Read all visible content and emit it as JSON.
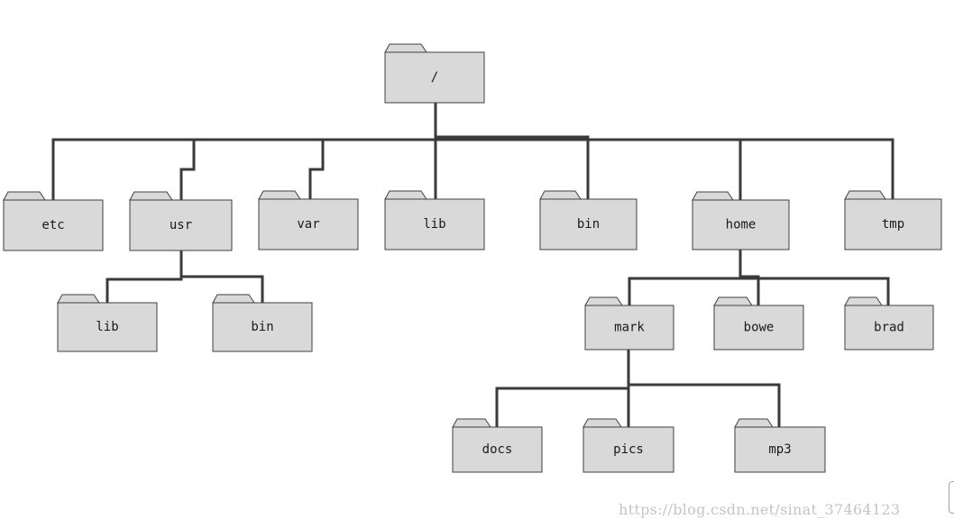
{
  "diagram": {
    "nodes": [
      {
        "id": "root",
        "label": "/"
      },
      {
        "id": "etc",
        "label": "etc"
      },
      {
        "id": "usr",
        "label": "usr"
      },
      {
        "id": "var",
        "label": "var"
      },
      {
        "id": "lib",
        "label": "lib"
      },
      {
        "id": "bin",
        "label": "bin"
      },
      {
        "id": "home",
        "label": "home"
      },
      {
        "id": "tmp",
        "label": "tmp"
      },
      {
        "id": "usr-lib",
        "label": "lib"
      },
      {
        "id": "usr-bin",
        "label": "bin"
      },
      {
        "id": "mark",
        "label": "mark"
      },
      {
        "id": "bowe",
        "label": "bowe"
      },
      {
        "id": "brad",
        "label": "brad"
      },
      {
        "id": "docs",
        "label": "docs"
      },
      {
        "id": "pics",
        "label": "pics"
      },
      {
        "id": "mp3",
        "label": "mp3"
      }
    ],
    "edges": [
      [
        "root",
        "etc"
      ],
      [
        "root",
        "usr"
      ],
      [
        "root",
        "var"
      ],
      [
        "root",
        "lib"
      ],
      [
        "root",
        "bin"
      ],
      [
        "root",
        "home"
      ],
      [
        "root",
        "tmp"
      ],
      [
        "usr",
        "usr-lib"
      ],
      [
        "usr",
        "usr-bin"
      ],
      [
        "home",
        "mark"
      ],
      [
        "home",
        "bowe"
      ],
      [
        "home",
        "brad"
      ],
      [
        "mark",
        "docs"
      ],
      [
        "mark",
        "pics"
      ],
      [
        "mark",
        "mp3"
      ]
    ],
    "colors": {
      "folder_fill": "#d9d9d9",
      "folder_stroke": "#404040",
      "connector": "#3a3a3a"
    }
  },
  "watermark": "https://blog.csdn.net/sinat_37464123"
}
